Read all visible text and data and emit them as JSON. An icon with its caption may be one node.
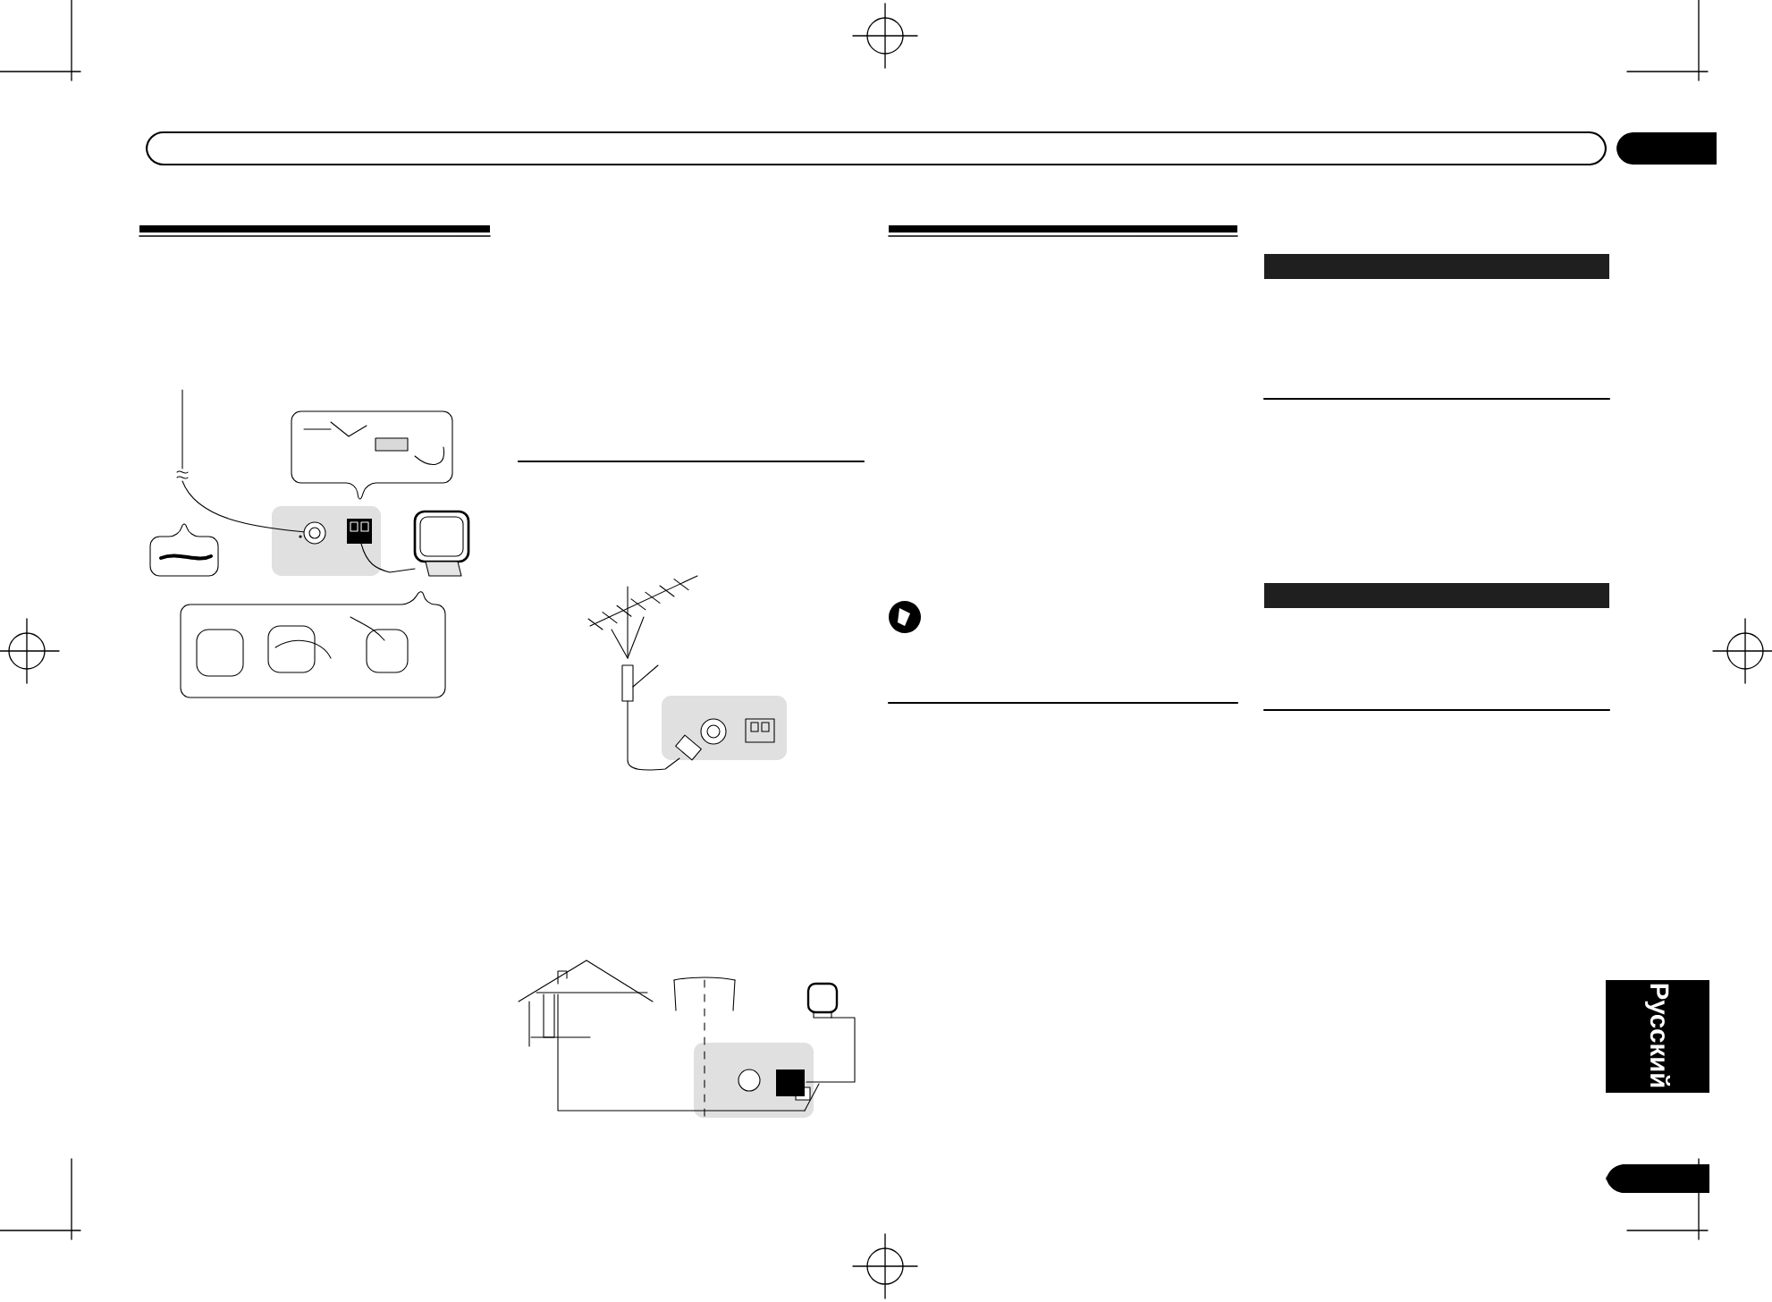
{
  "diagram": {
    "nodes": [
      {
        "text": [],
        "shape": "bar"
      },
      {
        "text": [],
        "shape": "bar"
      }
    ],
    "labels": [
      "Русский"
    ]
  }
}
